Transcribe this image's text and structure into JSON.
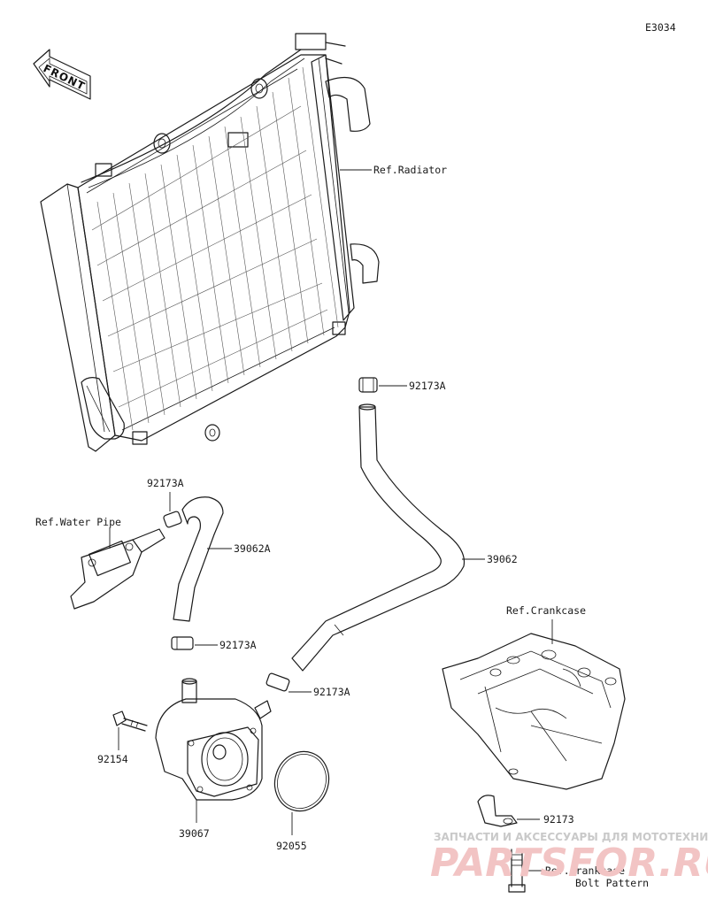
{
  "diagram_code": "E3034",
  "front_label": "FRONT",
  "labels": {
    "ref_radiator": "Ref.Radiator",
    "clamp_upper": "92173A",
    "clamp_hose_top": "92173A",
    "ref_water_pipe": "Ref.Water Pipe",
    "hose_small": "39062A",
    "hose_large": "39062",
    "clamp_hose_bottom": "92173A",
    "clamp_hose_right": "92173A",
    "ref_crankcase": "Ref.Crankcase",
    "bolt": "92154",
    "oil_cooler": "39067",
    "o_ring": "92055",
    "bracket_clamp": "92173",
    "ref_bolt_pattern_line1": "Ref.Crankcase",
    "ref_bolt_pattern_line2": "Bolt Pattern"
  },
  "watermark": {
    "tagline": "ЗАПЧАСТИ И АКСЕССУАРЫ ДЛЯ МОТОТЕХНИКИ",
    "brand": "PARTSFOR.RU"
  }
}
